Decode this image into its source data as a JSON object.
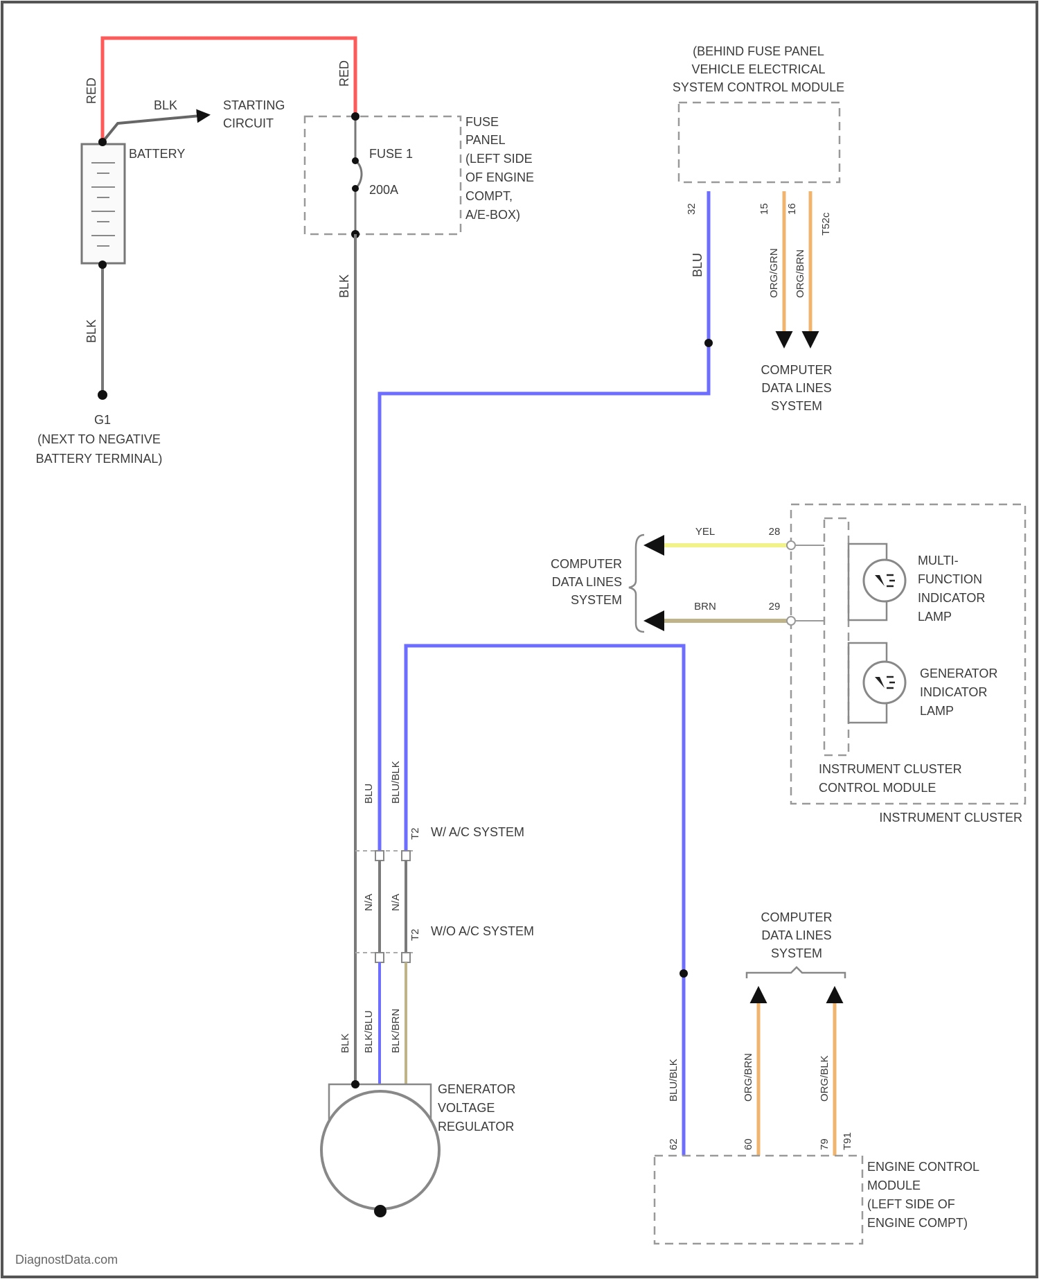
{
  "colors": {
    "red": "#ff5a5a",
    "blue": "#6d6dff",
    "gray": "#7a7a7a",
    "orange": "#f0b46e",
    "yellow": "#f2f28a",
    "brown": "#bfb38a",
    "border": "#555555"
  },
  "battery": {
    "label": "BATTERY",
    "wire_red": "RED",
    "wire_blk_top": "BLK",
    "wire_blk_bottom": "BLK",
    "starting_circuit": [
      "STARTING",
      "CIRCUIT"
    ],
    "ground": [
      "G1",
      "(NEXT TO NEGATIVE",
      "BATTERY TERMINAL)"
    ]
  },
  "fuse_panel": {
    "wire_red": "RED",
    "fuse_name": "FUSE 1",
    "fuse_rating": "200A",
    "label": [
      "FUSE",
      "PANEL",
      "(LEFT SIDE",
      "OF ENGINE",
      "COMPT,",
      "A/E-BOX)"
    ],
    "wire_blk": "BLK"
  },
  "vehicle_module": {
    "label": [
      "(BEHIND FUSE PANEL",
      "VEHICLE ELECTRICAL",
      "SYSTEM CONTROL MODULE"
    ],
    "pin_blu": "32",
    "pin_1": "15",
    "pin_2": "16",
    "pin_3": "T52c",
    "wire_blu": "BLU",
    "wire_o1": "ORG/GRN",
    "wire_o2": "ORG/BRN",
    "cdl": [
      "COMPUTER",
      "DATA LINES",
      "SYSTEM"
    ]
  },
  "cluster": {
    "cdl": [
      "COMPUTER",
      "DATA LINES",
      "SYSTEM"
    ],
    "wire_yel": "YEL",
    "pin_yel": "28",
    "wire_brn": "BRN",
    "pin_brn": "29",
    "mfi": [
      "MULTI-",
      "FUNCTION",
      "INDICATOR",
      "LAMP"
    ],
    "gen_lamp": [
      "GENERATOR",
      "INDICATOR",
      "LAMP"
    ],
    "module": [
      "INSTRUMENT CLUSTER",
      "CONTROL MODULE"
    ],
    "outer": "INSTRUMENT CLUSTER"
  },
  "generator": {
    "wire_blu": "BLU",
    "wire_blublk": "BLU/BLK",
    "connector_1": "T2",
    "with_ac": "W/ A/C SYSTEM",
    "n_a_1": "N/A",
    "n_a_2": "N/A",
    "connector_2": "T2",
    "without_ac": "W/O A/C SYSTEM",
    "wire_blk": "BLK",
    "wire_bottom_1": "BLK/BLU",
    "wire_bottom_2": "BLK/BRN",
    "label": [
      "GENERATOR",
      "VOLTAGE",
      "REGULATOR"
    ]
  },
  "ecm": {
    "cdl": [
      "COMPUTER",
      "DATA LINES",
      "SYSTEM"
    ],
    "wire_blublk": "BLU/BLK",
    "wire_o1": "ORG/BRN",
    "wire_o2": "ORG/BLK",
    "pin_a": "62",
    "pin_b": "60",
    "pin_c": "79",
    "pin_d": "T91",
    "label": [
      "ENGINE CONTROL",
      "MODULE",
      "(LEFT SIDE OF",
      "ENGINE COMPT)"
    ]
  },
  "footer": "DiagnostData.com"
}
